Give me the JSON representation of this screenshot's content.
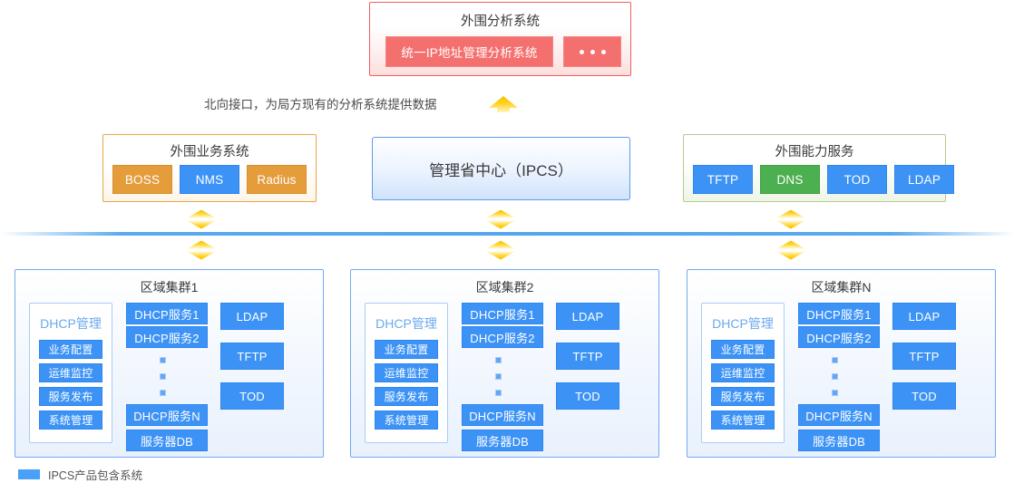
{
  "top": {
    "title": "外围分析系统",
    "chips": [
      "统一IP地址管理分析系统"
    ],
    "ellipsis_icon": "ellipsis-icon"
  },
  "northbound": {
    "caption": "北向接口，为局方现有的分析系统提供数据",
    "arrow_icon": "arrow-up-icon"
  },
  "middle": {
    "business": {
      "title": "外围业务系统",
      "chips": [
        {
          "label": "BOSS",
          "color": "#e59c3b"
        },
        {
          "label": "NMS",
          "color": "#3d93f5"
        },
        {
          "label": "Radius",
          "color": "#e59c3b"
        }
      ]
    },
    "center": {
      "label": "管理省中心（IPCS）"
    },
    "capability": {
      "title": "外围能力服务",
      "chips": [
        {
          "label": "TFTP",
          "color": "#3d93f5"
        },
        {
          "label": "DNS",
          "color": "#4caf50"
        },
        {
          "label": "TOD",
          "color": "#3d93f5"
        },
        {
          "label": "LDAP",
          "color": "#3d93f5"
        }
      ]
    }
  },
  "arrows": {
    "double_icon": "arrow-up-down-icon",
    "count_above_divider": 3,
    "count_below_divider": 3
  },
  "clusters": [
    {
      "title": "区域集群1",
      "management": {
        "title": "DHCP管理",
        "items": [
          "业务配置",
          "运维监控",
          "服务发布",
          "系统管理"
        ]
      },
      "services": [
        "DHCP服务1",
        "DHCP服务2",
        "DHCP服务N",
        "服务器DB"
      ],
      "dots_icon": "vertical-dots-icon",
      "side_services": [
        "LDAP",
        "TFTP",
        "TOD"
      ]
    },
    {
      "title": "区域集群2",
      "management": {
        "title": "DHCP管理",
        "items": [
          "业务配置",
          "运维监控",
          "服务发布",
          "系统管理"
        ]
      },
      "services": [
        "DHCP服务1",
        "DHCP服务2",
        "DHCP服务N",
        "服务器DB"
      ],
      "dots_icon": "vertical-dots-icon",
      "side_services": [
        "LDAP",
        "TFTP",
        "TOD"
      ]
    },
    {
      "title": "区域集群N",
      "management": {
        "title": "DHCP管理",
        "items": [
          "业务配置",
          "运维监控",
          "服务发布",
          "系统管理"
        ]
      },
      "services": [
        "DHCP服务1",
        "DHCP服务2",
        "DHCP服务N",
        "服务器DB"
      ],
      "dots_icon": "vertical-dots-icon",
      "side_services": [
        "LDAP",
        "TFTP",
        "TOD"
      ]
    }
  ],
  "legend": {
    "swatch_color": "#48a0f7",
    "label": "IPCS产品包含系统"
  },
  "colors": {
    "accent_blue": "#3d93f5",
    "divider_blue": "#5aa9f0",
    "analysis_red": "#f4706f",
    "analysis_border": "#ef5f60",
    "business_orange": "#e59c3b",
    "business_border": "#e4a74b",
    "capability_green": "#4caf50",
    "capability_border": "#b7c98d",
    "arrow_gold": "#ffd21f"
  }
}
